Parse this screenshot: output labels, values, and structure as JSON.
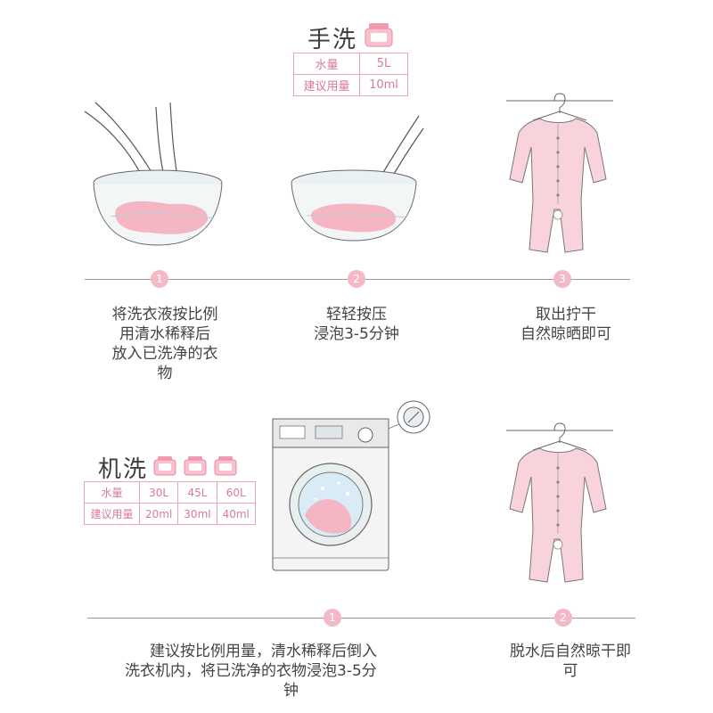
{
  "hand_wash": {
    "title": "手洗",
    "table": {
      "water_label": "水量",
      "water_value": "5L",
      "dose_label": "建议用量",
      "dose_value": "10ml"
    },
    "steps": [
      {
        "num": "1",
        "lines": [
          "将洗衣液按比例",
          "用清水稀释后",
          "放入已洗净的衣",
          "物"
        ]
      },
      {
        "num": "2",
        "lines": [
          "轻轻按压",
          "浸泡3-5分钟"
        ]
      },
      {
        "num": "3",
        "lines": [
          "取出拧干",
          "自然晾晒即可"
        ]
      }
    ]
  },
  "machine_wash": {
    "title": "机洗",
    "table": {
      "water_label": "水量",
      "dose_label": "建议用量",
      "water_values": [
        "30L",
        "45L",
        "60L"
      ],
      "dose_values": [
        "20ml",
        "30ml",
        "40ml"
      ]
    },
    "steps": [
      {
        "num": "1",
        "lines": [
          "建议按比例用量，清水稀释后倒入",
          "洗衣机内，将已洗净的衣物浸泡3-5分",
          "钟"
        ]
      },
      {
        "num": "2",
        "lines": [
          "脱水后自然晾干即",
          "可"
        ]
      }
    ]
  },
  "colors": {
    "accent_pink": "#f3b9c6",
    "table_pink": "#d97b93",
    "line_gray": "#9a9a9a"
  }
}
